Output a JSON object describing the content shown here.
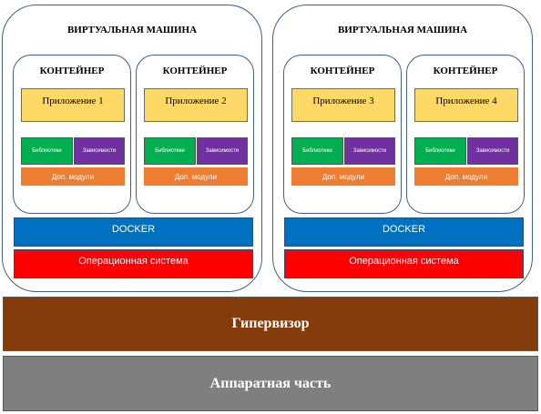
{
  "vms": [
    {
      "title": "ВИРТУАЛЬНАЯ МАШИНА",
      "containers": [
        {
          "title": "КОНТЕЙНЕР",
          "app": "Приложение 1",
          "libs": "Библиотеки",
          "deps": "Зависимости",
          "modules": "Доп. модули"
        },
        {
          "title": "КОНТЕЙНЕР",
          "app": "Приложение 2",
          "libs": "Библиотеки",
          "deps": "Зависимости",
          "modules": "Доп. модули"
        }
      ],
      "docker": "DOCKER",
      "os": "Операционная система"
    },
    {
      "title": "ВИРТУАЛЬНАЯ МАШИНА",
      "containers": [
        {
          "title": "КОНТЕЙНЕР",
          "app": "Приложение 3",
          "libs": "Библиотеки",
          "deps": "Зависимости",
          "modules": "Доп. модули"
        },
        {
          "title": "КОНТЕЙНЕР",
          "app": "Приложение 4",
          "libs": "Библиотеки",
          "deps": "Зависимости",
          "modules": "Доп. модули"
        }
      ],
      "docker": "DOCKER",
      "os": "Операционная система"
    }
  ],
  "hypervisor": "Гипервизор",
  "hardware": "Аппаратная часть",
  "colors": {
    "app": "#ffd966",
    "libs": "#00b050",
    "deps": "#7030a0",
    "modules": "#ed7d31",
    "docker": "#0070c0",
    "os": "#ff0000",
    "hypervisor": "#843c0c",
    "hardware": "#7f7f7f"
  }
}
